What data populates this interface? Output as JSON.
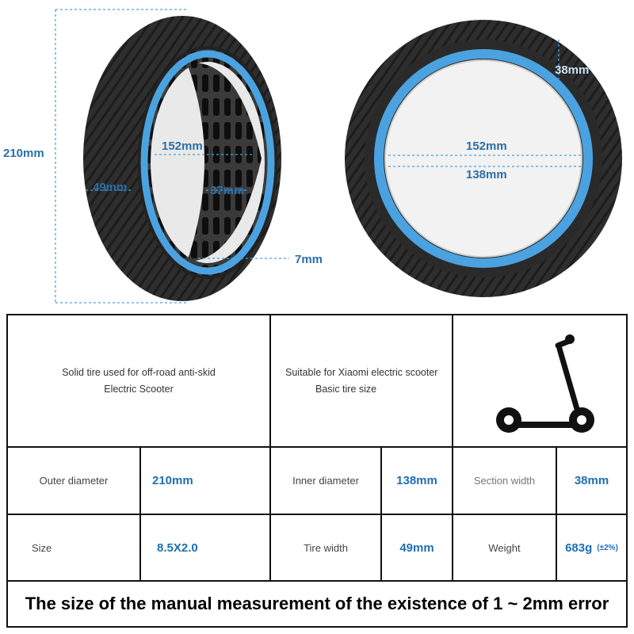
{
  "product_images": {
    "left_tire_view": "side view of blue-striped solid tire",
    "right_tire_view": "front view of blue-striped solid tire"
  },
  "dimensions": {
    "outer_diameter": "210mm",
    "inner_width_left": "152mm",
    "tread_width": "49mm",
    "inner_wall": "37mm",
    "rim_edge": "7mm",
    "side_thickness": "38mm",
    "right_outer": "152mm",
    "right_inner": "138mm"
  },
  "info": {
    "desc1_line1": "Solid tire used for off-road anti-skid",
    "desc1_line2": "Electric Scooter",
    "desc2_line1": "Suitable for Xiaomi electric scooter",
    "desc2_line2": "Basic tire size"
  },
  "specs": {
    "outer_diameter_label": "Outer diameter",
    "outer_diameter_value": "210mm",
    "inner_diameter_label": "Inner diameter",
    "inner_diameter_value": "138mm",
    "section_width_label": "Section width",
    "section_width_value": "38mm",
    "size_label": "Size",
    "size_value": "8.5X2.0",
    "tire_width_label": "Tire width",
    "tire_width_value": "49mm",
    "weight_label": "Weight",
    "weight_value": "683g",
    "weight_tolerance": "(±2%)"
  },
  "footer": {
    "note": "The size of the manual measurement of the existence of 1 ~ 2mm error"
  },
  "colors": {
    "accent_blue": "#1f6fb3",
    "tire_blue": "#4aa3e0",
    "tire_dark": "#2b2b2b"
  }
}
